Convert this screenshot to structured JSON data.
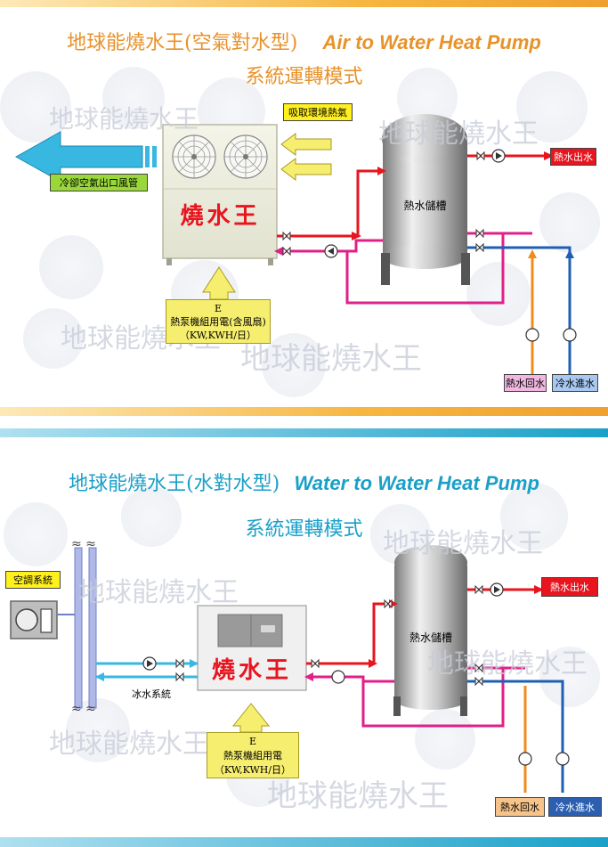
{
  "watermark": "地球能燒水王",
  "panel1": {
    "title_cn": "地球能燒水王(空氣對水型)",
    "title_en": "Air to Water Heat Pump",
    "subtitle": "系統運轉模式",
    "absorb_heat": "吸取環境熱氣",
    "cold_air_outlet": "冷卻空氣出口風管",
    "unit_brand": "燒水王",
    "tank_label": "熱水儲槽",
    "hot_water_out": "熱水出水",
    "hot_water_return": "熱水回水",
    "cold_water_in": "冷水進水",
    "power_line1": "E",
    "power_line2": "熱泵機組用電(含風扇)",
    "power_line3": "（KW,KWH/日）"
  },
  "panel2": {
    "title_cn": "地球能燒水王(水對水型)",
    "title_en": "Water to Water Heat Pump",
    "subtitle": "系統運轉模式",
    "ac_system": "空調系統",
    "chilled_water": "冰水系統",
    "unit_brand": "燒水王",
    "tank_label": "熱水儲槽",
    "hot_water_out": "熱水出水",
    "hot_water_return": "熱水回水",
    "cold_water_in": "冷水進水",
    "power_line1": "E",
    "power_line2": "熱泵機組用電",
    "power_line3": "（KW,KWH/日）"
  },
  "colors": {
    "orange": "#f0a030",
    "blue": "#1aa0c8",
    "red": "#e8141e",
    "magenta": "#e0208a",
    "pipe_blue": "#1e5fb4",
    "pipe_orange": "#f08c1e",
    "arrow_cyan": "#38b8e0",
    "label_yellow": "#fff01e"
  }
}
